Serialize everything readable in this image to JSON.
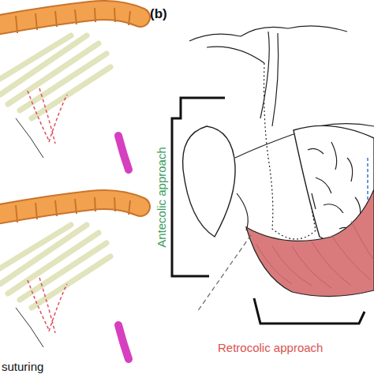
{
  "diagram": {
    "labels": [
      "(b)",
      "Antecolic approach",
      "Retrocolic approach",
      "suturing"
    ]
  }
}
